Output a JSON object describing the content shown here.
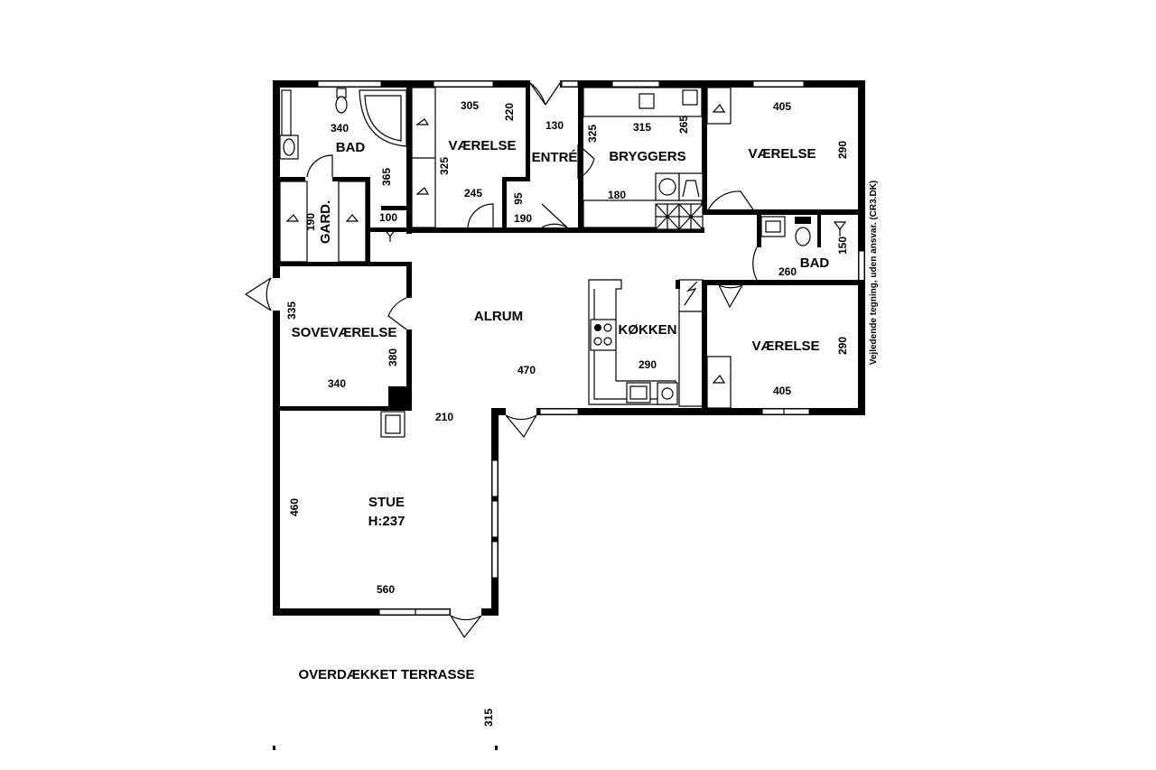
{
  "rooms": {
    "bad1": "BAD",
    "vaerelse1": "VÆRELSE",
    "entre": "ENTRÉ",
    "bryggers": "BRYGGERS",
    "vaerelse2": "VÆRELSE",
    "gard": "GARD.",
    "bad2": "BAD",
    "alrum": "ALRUM",
    "soveværelse": "SOVEVÆRELSE",
    "koekken": "KØKKEN",
    "vaerelse3": "VÆRELSE",
    "stue": "STUE",
    "stue_height": "H:237",
    "terrasse": "OVERDÆKKET TERRASSE"
  },
  "dimensions": {
    "bad1_width": "340",
    "bad1_depth": "365",
    "toilet_niche": "100",
    "vaerelse1_top": "305",
    "vaerelse1_side_right": "220",
    "vaerelse1_side_left": "325",
    "vaerelse1_bottom": "245",
    "entre_top": "130",
    "entre_small": "95",
    "entre_bottom": "190",
    "bryggers_side": "325",
    "bryggers_top": "315",
    "bryggers_side_right": "265",
    "bryggers_bottom": "180",
    "vaerelse2_top": "405",
    "vaerelse2_side": "290",
    "gard_side": "190",
    "bad2_side": "150",
    "bad2_bottom": "260",
    "sove_side_top": "335",
    "sove_side_right": "380",
    "sove_bottom": "340",
    "alrum_depth": "470",
    "alrum_width": "210",
    "koekken_width": "290",
    "vaerelse3_side": "290",
    "vaerelse3_bottom": "405",
    "stue_side": "460",
    "stue_bottom": "560",
    "terrasse_depth": "315"
  },
  "disclaimer": "Vejledende tegning, uden ansvar. (CR3.DK)"
}
